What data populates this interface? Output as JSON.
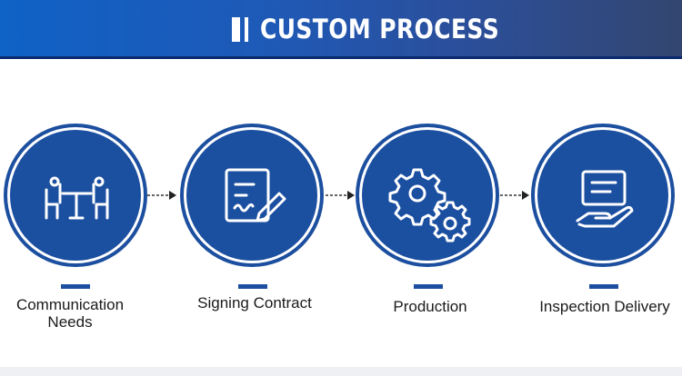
{
  "header": {
    "title": "CUSTOM PROCESS"
  },
  "steps": [
    {
      "label_line1": "Communication",
      "label_line2": "Needs",
      "icon": "meeting-table-icon"
    },
    {
      "label_line1": "Signing Contract",
      "label_line2": "",
      "icon": "contract-sign-icon"
    },
    {
      "label_line1": "Production",
      "label_line2": "",
      "icon": "gears-icon"
    },
    {
      "label_line1": "Inspection Delivery",
      "label_line2": "",
      "icon": "hand-delivery-icon"
    }
  ],
  "colors": {
    "banner_start": "#0f62c6",
    "banner_end": "#33466f",
    "circle": "#1c4f9f",
    "text": "#1a1a1a"
  }
}
